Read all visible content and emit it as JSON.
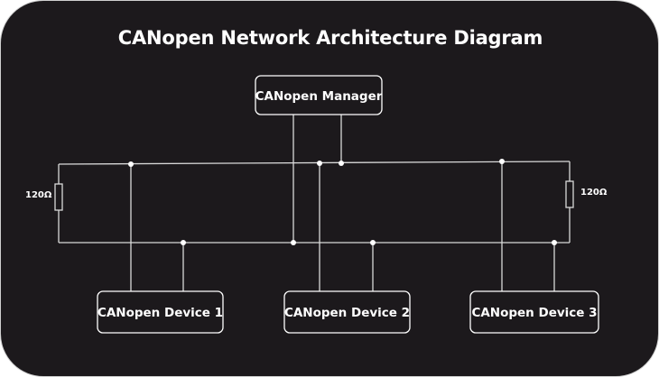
{
  "title": "CANopen Network Architecture Diagram",
  "nodes": {
    "manager": "CANopen Manager",
    "device1": "CANopen Device 1",
    "device2": "CANopen Device 2",
    "device3": "CANopen Device 3"
  },
  "terminators": {
    "left": "120Ω",
    "right": "120Ω"
  },
  "colors": {
    "background": "#1c191c",
    "line": "#d9d9d9",
    "text": "#ffffff"
  }
}
